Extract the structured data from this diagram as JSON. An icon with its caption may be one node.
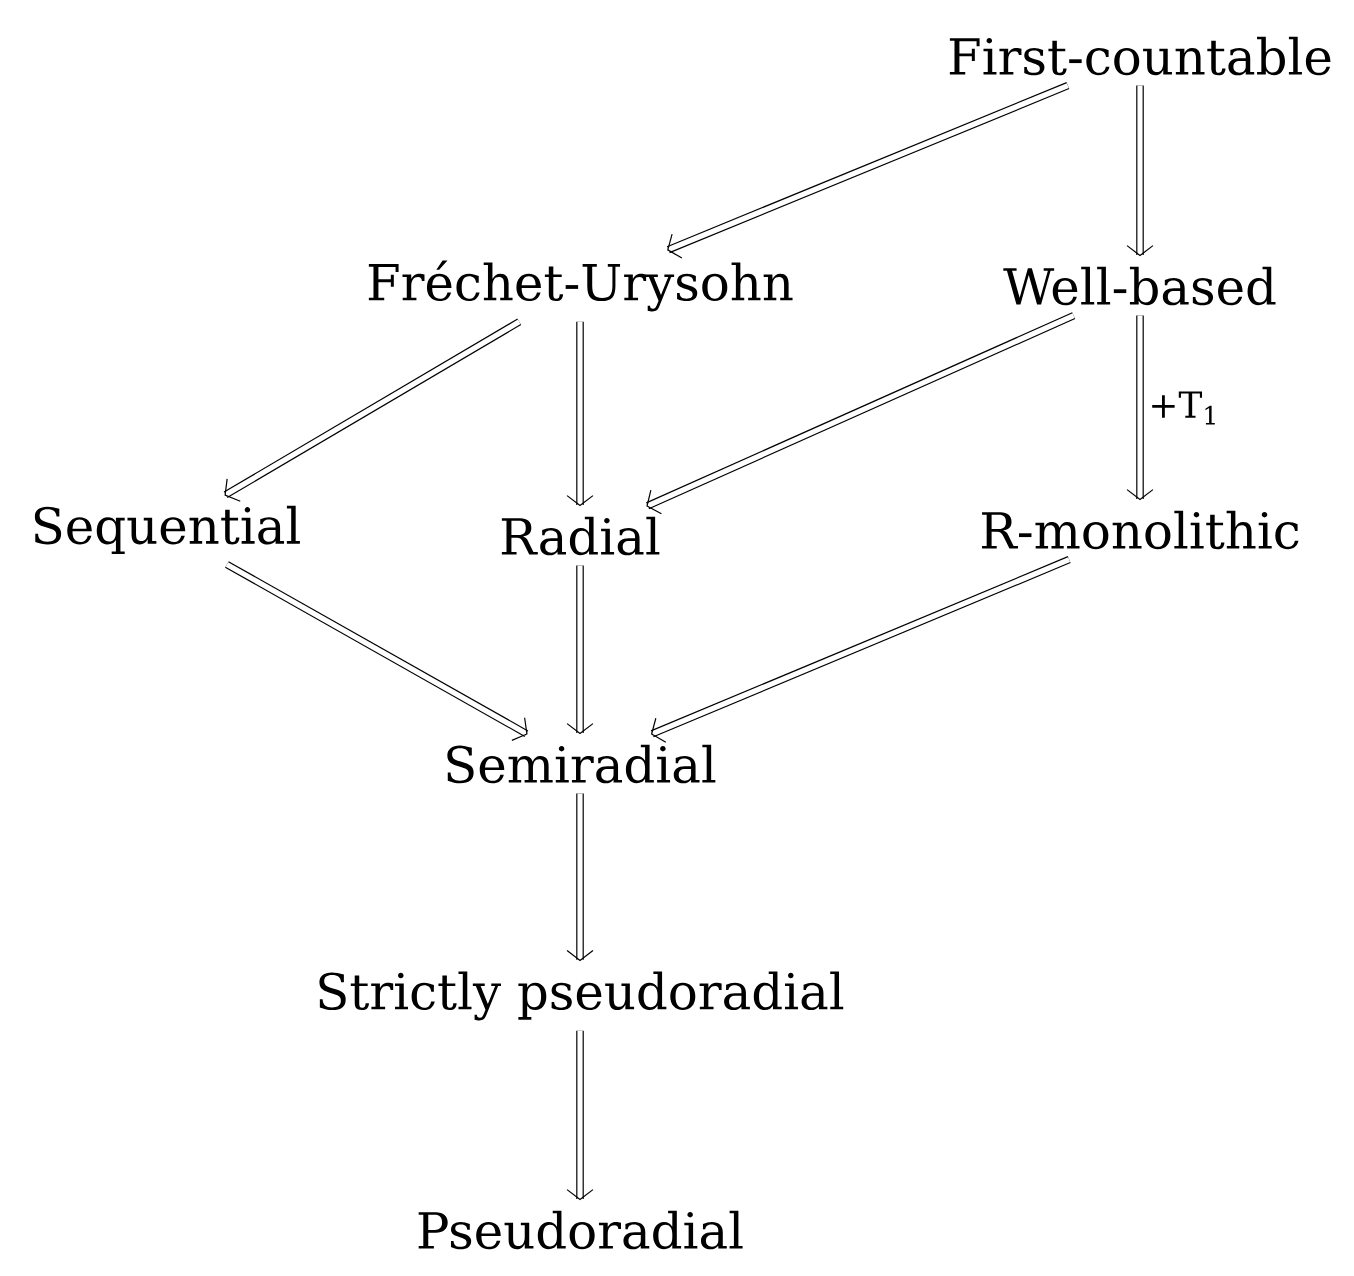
{
  "diagram": {
    "nodes": [
      {
        "text": [
          "First-countable"
        ]
      },
      {
        "text": [
          "Fréchet-Urysohn"
        ]
      },
      {
        "text": [
          "Well-based"
        ]
      },
      {
        "text": [
          "Sequential"
        ]
      },
      {
        "text": [
          "Radial"
        ]
      },
      {
        "text": [
          "R-monolithic"
        ]
      },
      {
        "text": [
          "Semiradial"
        ]
      },
      {
        "text": [
          "Strictly pseudoradial"
        ]
      },
      {
        "text": [
          "Pseudoradial"
        ]
      }
    ],
    "edges": [
      {
        "from": 0,
        "to": 1,
        "arrow": "to"
      },
      {
        "from": 0,
        "to": 2,
        "arrow": "to"
      },
      {
        "from": 1,
        "to": 3,
        "arrow": "to"
      },
      {
        "from": 1,
        "to": 4,
        "arrow": "to"
      },
      {
        "from": 2,
        "to": 4,
        "arrow": "to"
      },
      {
        "from": 2,
        "to": 5,
        "arrow": "to",
        "label": "+T$_{1}$"
      },
      {
        "from": 3,
        "to": 6,
        "arrow": "to"
      },
      {
        "from": 4,
        "to": 6,
        "arrow": "to"
      },
      {
        "from": 5,
        "to": 6,
        "arrow": "to"
      },
      {
        "from": 6,
        "to": 7,
        "arrow": "to"
      },
      {
        "from": 7,
        "to": 8,
        "arrow": "to"
      }
    ]
  }
}
